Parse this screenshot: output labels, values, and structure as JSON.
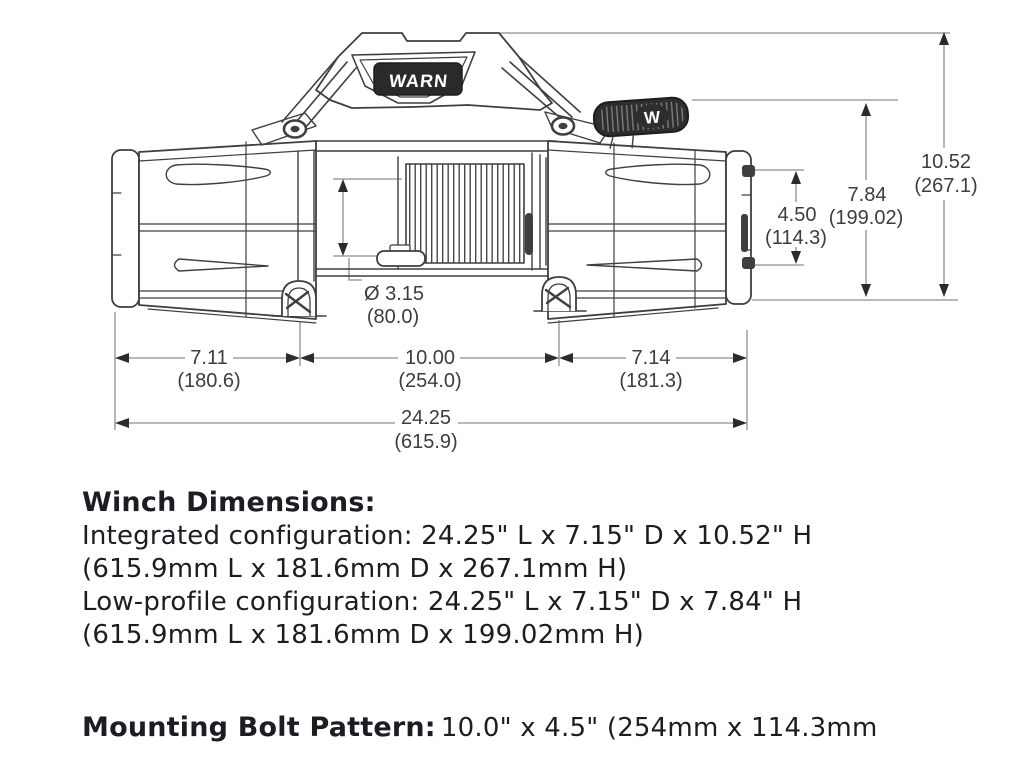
{
  "diagram": {
    "brand_logo": "WARN",
    "clutch_lever_logo": "W",
    "dims": {
      "overall_height": {
        "inches": "10.52",
        "mm": "(267.1)"
      },
      "low_profile_height": {
        "inches": "7.84",
        "mm": "(199.02)"
      },
      "bolt_pattern_depth": {
        "inches": "4.50",
        "mm": "(114.3)"
      },
      "drum_diameter": {
        "inches": "Ø 3.15",
        "mm": "(80.0)"
      },
      "motor_section_length": {
        "inches": "7.11",
        "mm": "(180.6)"
      },
      "bolt_pattern_length": {
        "inches": "10.00",
        "mm": "(254.0)"
      },
      "gear_section_length": {
        "inches": "7.14",
        "mm": "(181.3)"
      },
      "overall_length": {
        "inches": "24.25",
        "mm": "(615.9)"
      }
    }
  },
  "specs": {
    "heading": "Winch Dimensions:",
    "line1": "Integrated configuration: 24.25\" L x 7.15\" D x 10.52\" H",
    "line2": "(615.9mm L x 181.6mm D x 267.1mm H)",
    "line3": "Low-profile configuration: 24.25\" L x 7.15\" D x 7.84\" H",
    "line4": "(615.9mm L x 181.6mm D x 199.02mm H)"
  },
  "mounting": {
    "heading": "Mounting Bolt Pattern:",
    "value": "10.0\" x 4.5\" (254mm x 114.3mm"
  },
  "colors": {
    "line": "#3f3f3f",
    "dim_line": "#8e8e8e",
    "arrow": "#2b2b2b",
    "text": "#1c1c22"
  }
}
